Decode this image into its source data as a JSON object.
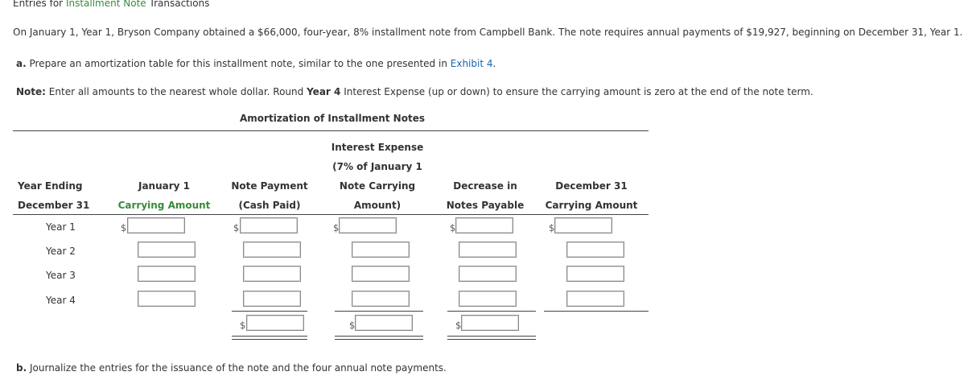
{
  "title": {
    "prefix": "Entries for",
    "link": "Installment Note",
    "suffix": "Transactions"
  },
  "intro": "On January 1, Year 1, Bryson Company obtained a $66,000, four-year, 8% installment note from Campbell Bank. The note requires annual payments of $19,927, beginning on December 31, Year 1.",
  "part_a": {
    "label": "a.",
    "text": "Prepare an amortization table for this installment note, similar to the one presented in",
    "link": "Exhibit 4",
    "end": "."
  },
  "note": {
    "label": "Note:",
    "text1": "Enter all amounts to the nearest whole dollar. Round",
    "bold": "Year 4",
    "text2": "Interest Expense (up or down) to ensure the carrying amount is zero at the end of the note term."
  },
  "table": {
    "caption": "Amortization of Installment Notes",
    "columns": {
      "year_ending": [
        "Year Ending",
        "December 31"
      ],
      "jan1": [
        "January 1",
        "Carrying Amount"
      ],
      "payment": [
        "Note Payment",
        "(Cash Paid)"
      ],
      "interest": [
        "Interest Expense",
        "(7% of January 1",
        "Note Carrying",
        "Amount)"
      ],
      "decrease": [
        "Decrease in",
        "Notes Payable"
      ],
      "dec31": [
        "December 31",
        "Carrying Amount"
      ]
    },
    "rows": [
      "Year 1",
      "Year 2",
      "Year 3",
      "Year 4"
    ],
    "currency_symbol": "$",
    "values": {
      "jan1": [
        "",
        "",
        "",
        ""
      ],
      "payment": [
        "",
        "",
        "",
        ""
      ],
      "interest": [
        "",
        "",
        "",
        ""
      ],
      "decrease": [
        "",
        "",
        "",
        ""
      ],
      "dec31": [
        "",
        "",
        "",
        ""
      ],
      "totals": {
        "payment": "",
        "interest": "",
        "decrease": ""
      }
    }
  },
  "part_b": {
    "label": "b.",
    "text": "Journalize the entries for the issuance of the note and the four annual note payments."
  }
}
